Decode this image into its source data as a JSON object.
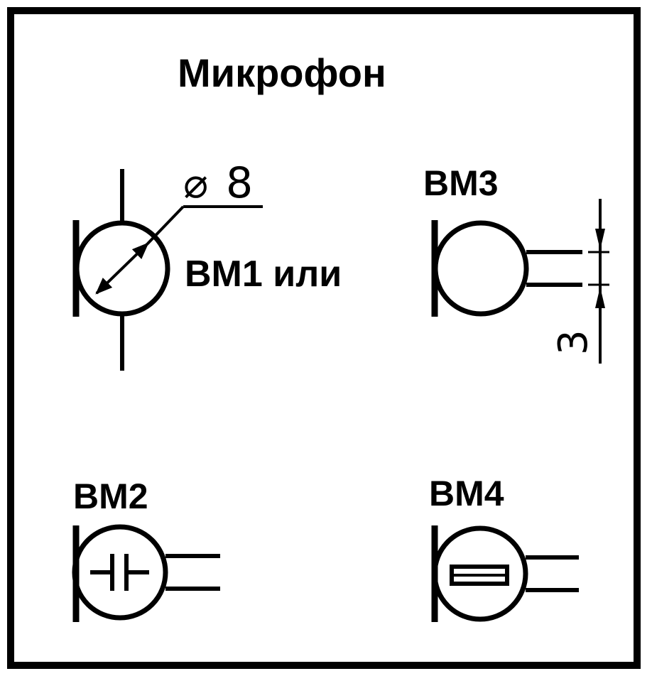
{
  "title": "Микрофон",
  "symbols": {
    "bm1": {
      "label": "BM1 или",
      "diameter_symbol": "⌀",
      "diameter_value": "8"
    },
    "bm2": {
      "label": "BM2"
    },
    "bm3": {
      "label": "BM3",
      "dimension": "3"
    },
    "bm4": {
      "label": "BM4"
    }
  },
  "colors": {
    "line": "#000000",
    "background": "#ffffff"
  }
}
